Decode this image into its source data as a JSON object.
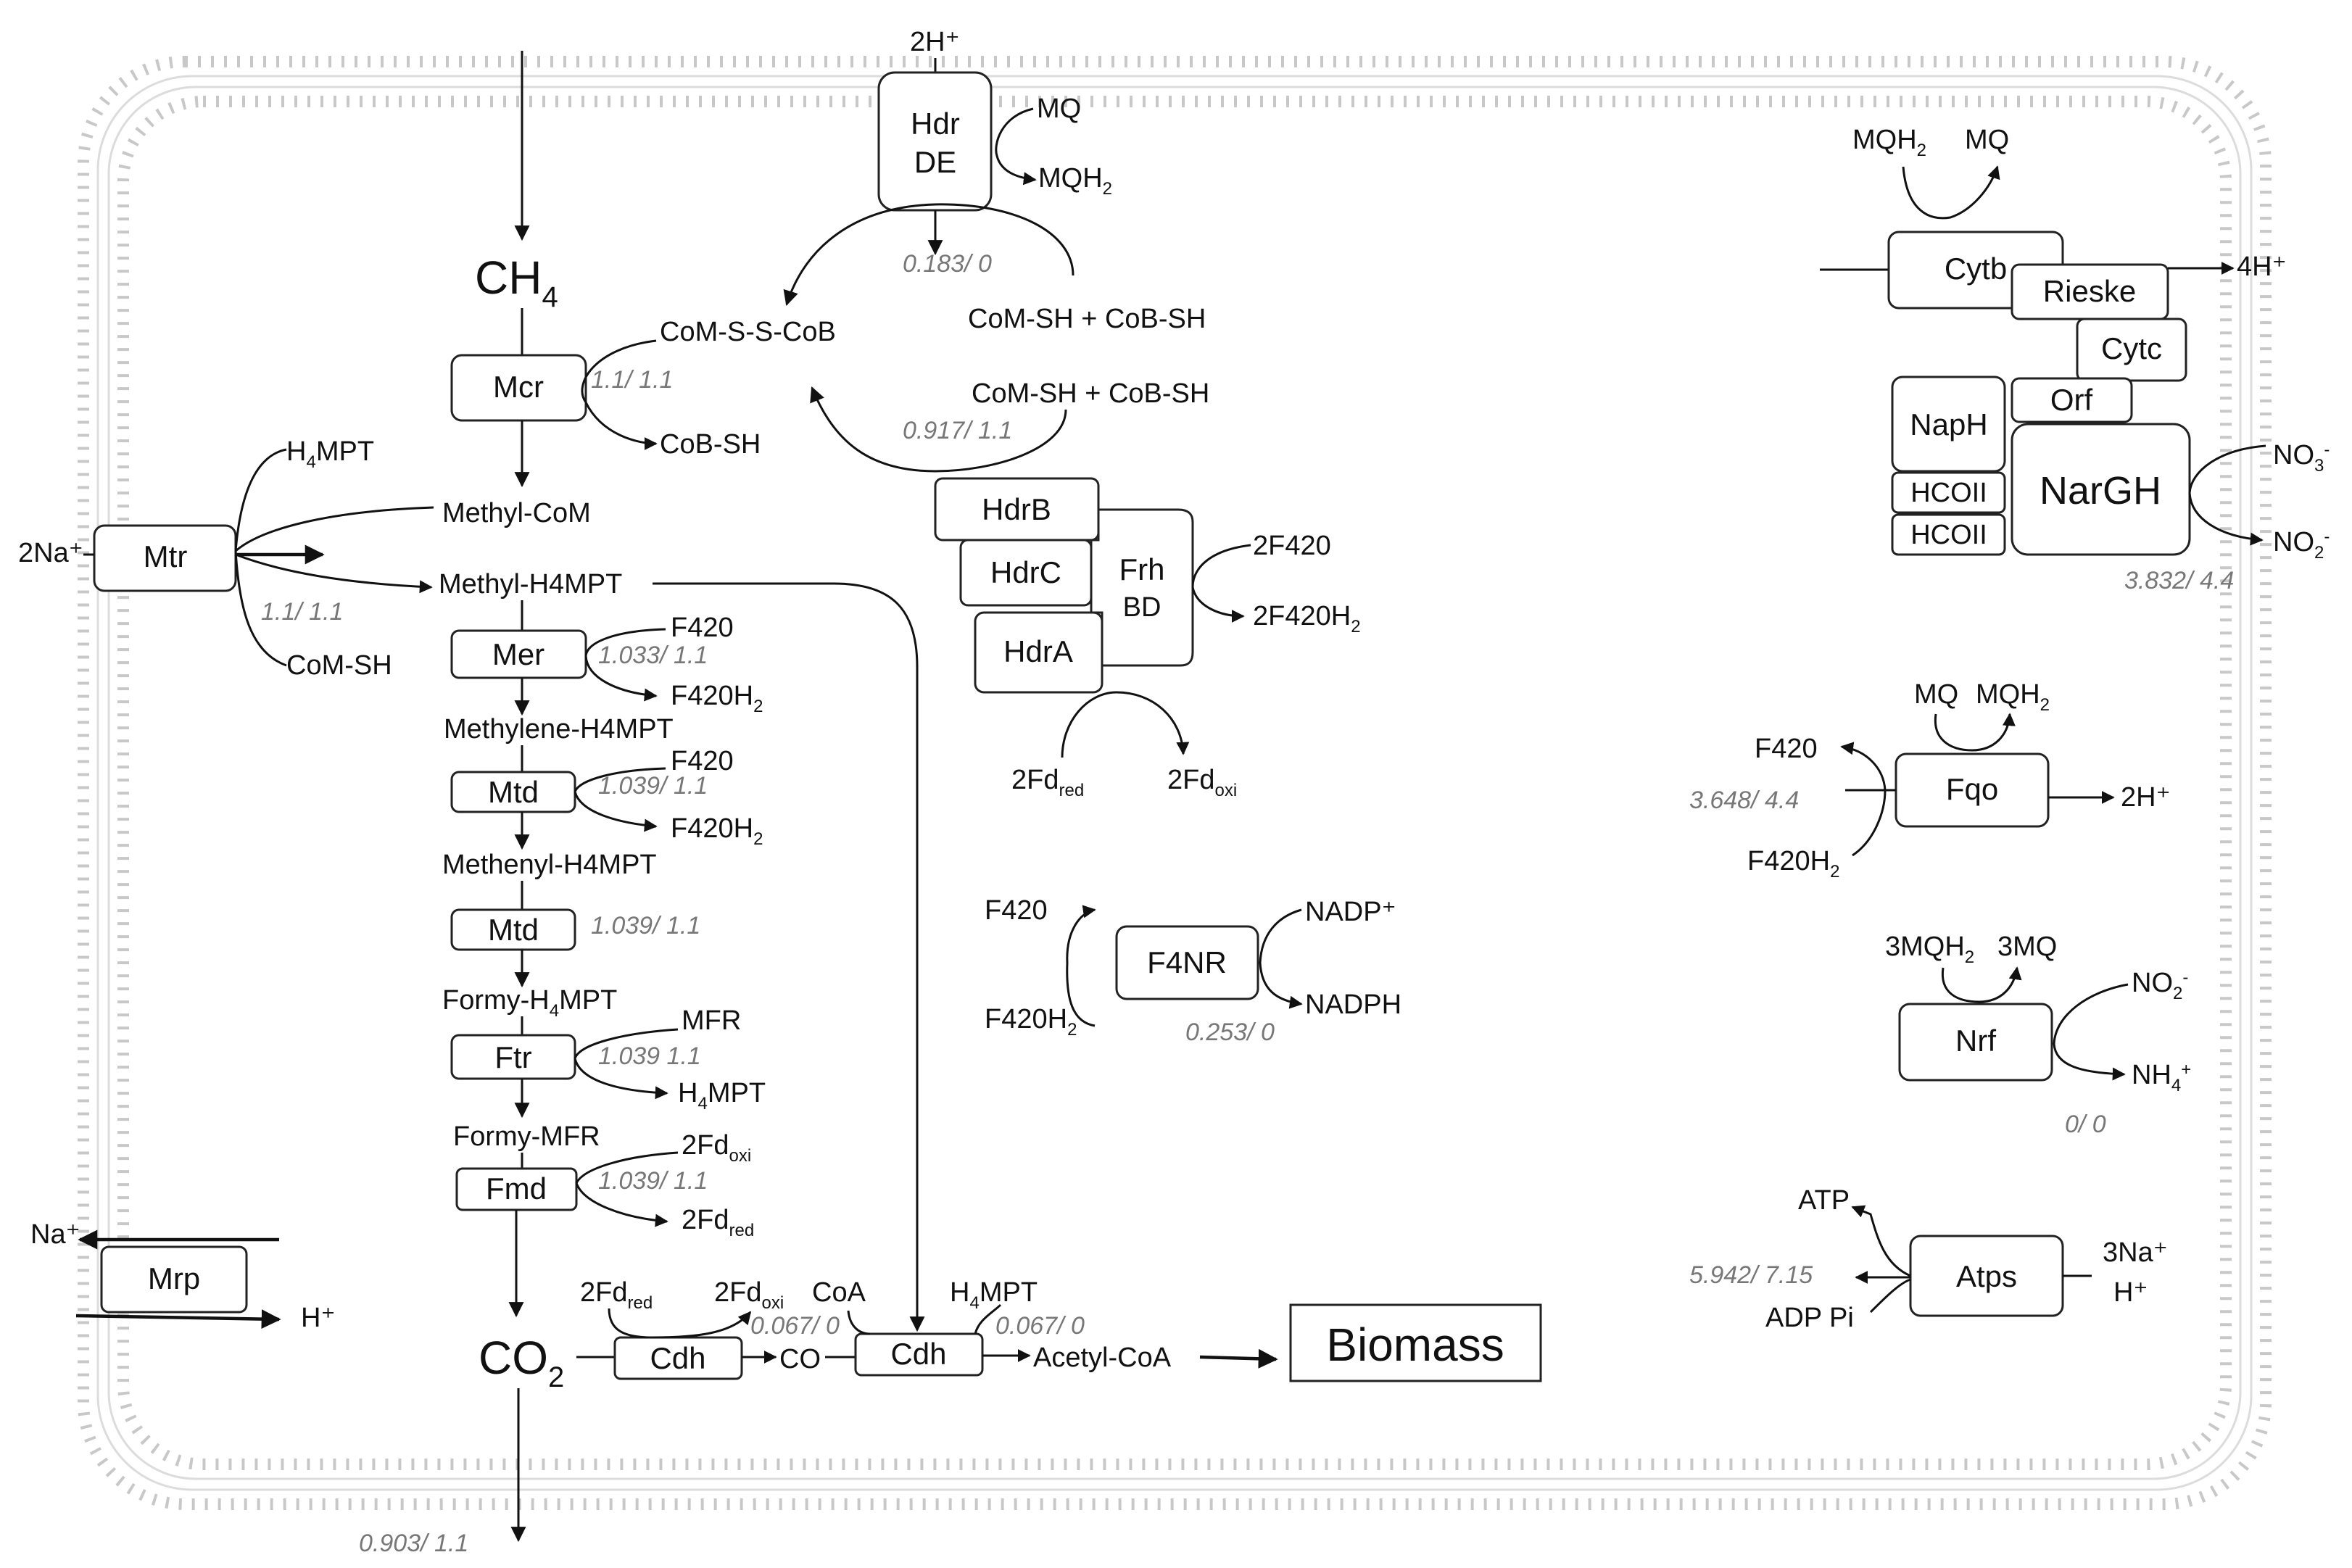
{
  "membrane_color": "#c8c8c8",
  "ink_color": "#111111",
  "flux_color": "#777777",
  "enzymes": {
    "mtr": "Mtr",
    "mrp": "Mrp",
    "mcr": "Mcr",
    "mer": "Mer",
    "mtd1": "Mtd",
    "mtd2": "Mtd",
    "ftr": "Ftr",
    "fmd": "Fmd",
    "cdh1": "Cdh",
    "cdh2": "Cdh",
    "hdr_de_1": "Hdr",
    "hdr_de_2": "DE",
    "hdrb": "HdrB",
    "hdrc": "HdrC",
    "hdra": "HdrA",
    "frh_1": "Frh",
    "frh_2": "BD",
    "f4nr": "F4NR",
    "cytb": "Cytb",
    "rieske": "Rieske",
    "cytc": "Cytc",
    "orf": "Orf",
    "naph": "NapH",
    "hcoii_1": "HCOII",
    "hcoii_2": "HCOII",
    "nargh": "NarGH",
    "fqo": "Fqo",
    "nrf": "Nrf",
    "atps": "Atps"
  },
  "metabolites": {
    "ch4": "CH",
    "ch4_sub": "4",
    "com_s_s_cob": "CoM-S-S-CoB",
    "cob_sh": "CoB-SH",
    "h4mpt_mtr": "H",
    "h4mpt_mtr_sub": "4",
    "h4mpt_mtr_rest": "MPT",
    "methyl_com": "Methyl-CoM",
    "methyl_h4mpt": "Methyl-H4MPT",
    "com_sh": "CoM-SH",
    "na_mtr": "2Na⁺",
    "f420_mer": "F420",
    "f420h2_mer": "F420H",
    "f420h2_mer_sub": "2",
    "methylene_h4mpt": "Methylene-H4MPT",
    "f420_mtd": "F420",
    "f420h2_mtd": "F420H",
    "f420h2_mtd_sub": "2",
    "methenyl_h4mpt": "Methenyl-H4MPT",
    "formy_h4mpt": "Formy-H",
    "formy_h4mpt_sub": "4",
    "formy_h4mpt_rest": "MPT",
    "mfr": "MFR",
    "h4mpt_ftr": "H",
    "h4mpt_ftr_sub": "4",
    "h4mpt_ftr_rest": "MPT",
    "formy_mfr": "Formy-MFR",
    "fd_oxi_fmd": "2Fd",
    "fd_oxi_fmd_sub": "oxi",
    "fd_red_fmd": "2Fd",
    "fd_red_fmd_sub": "red",
    "na_mrp": "Na⁺",
    "h_mrp": "H⁺",
    "co2": "CO",
    "co2_sub": "2",
    "co": "CO",
    "fd_red_cdh": "2Fd",
    "fd_red_cdh_sub": "red",
    "fd_oxi_cdh": "2Fd",
    "fd_oxi_cdh_sub": "oxi",
    "coa": "CoA",
    "h4mpt_cdh": "H",
    "h4mpt_cdh_sub": "4",
    "h4mpt_cdh_rest": "MPT",
    "acetyl_coa": "Acetyl-CoA",
    "biomass": "Biomass",
    "hdr_2h": "2H⁺",
    "mq_hdr": "MQ",
    "mqh2_hdr": "MQH",
    "mqh2_hdr_sub": "2",
    "com_cob_sh_1": "CoM-SH + CoB-SH",
    "com_cob_sh_2": "CoM-SH + CoB-SH",
    "f420_frh": "2F420",
    "f420h2_frh": "2F420H",
    "f420h2_frh_sub": "2",
    "fd_red_hdra": "2Fd",
    "fd_red_hdra_sub": "red",
    "fd_oxi_hdra": "2Fd",
    "fd_oxi_hdra_sub": "oxi",
    "f420_f4nr": "F420",
    "f420h2_f4nr": "F420H",
    "f420h2_f4nr_sub": "2",
    "nadp": "NADP⁺",
    "nadph": "NADPH",
    "mqh2_cytb": "MQH",
    "mqh2_cytb_sub": "2",
    "mq_cytb": "MQ",
    "h4_cytb": "4H⁺",
    "no3": "NO",
    "no3_sub": "3",
    "no3_sup": "-",
    "no2_nar": "NO",
    "no2_nar_sub": "2",
    "no2_nar_sup": "-",
    "mq_fqo": "MQ",
    "mqh2_fqo": "MQH",
    "mqh2_fqo_sub": "2",
    "f420_fqo": "F420",
    "f420h2_fqo": "F420H",
    "f420h2_fqo_sub": "2",
    "h2_fqo": "2H⁺",
    "mqh2_nrf": "3MQH",
    "mqh2_nrf_sub": "2",
    "mq_nrf": "3MQ",
    "no2_nrf": "NO",
    "no2_nrf_sub": "2",
    "no2_nrf_sup": "-",
    "nh4": "NH",
    "nh4_sub": "4",
    "nh4_sup": "+",
    "atp": "ATP",
    "adp_pi": "ADP Pi",
    "na3": "3Na⁺",
    "h_atps": "H⁺"
  },
  "fluxes": {
    "hdr_de": "0.183/ 0",
    "mcr": "1.1/ 1.1",
    "hdr_cycle": "0.917/ 1.1",
    "mtr": "1.1/ 1.1",
    "mer": "1.033/ 1.1",
    "mtd1": "1.039/ 1.1",
    "mtd2": "1.039/ 1.1",
    "ftr": "1.039 1.1",
    "fmd": "1.039/ 1.1",
    "cdh1": "0.067/ 0",
    "cdh2": "0.067/ 0",
    "co2_out": "0.903/ 1.1",
    "f4nr": "0.253/ 0",
    "nargh": "3.832/ 4.4",
    "fqo": "3.648/ 4.4",
    "nrf": "0/ 0",
    "atps": "5.942/ 7.15"
  }
}
